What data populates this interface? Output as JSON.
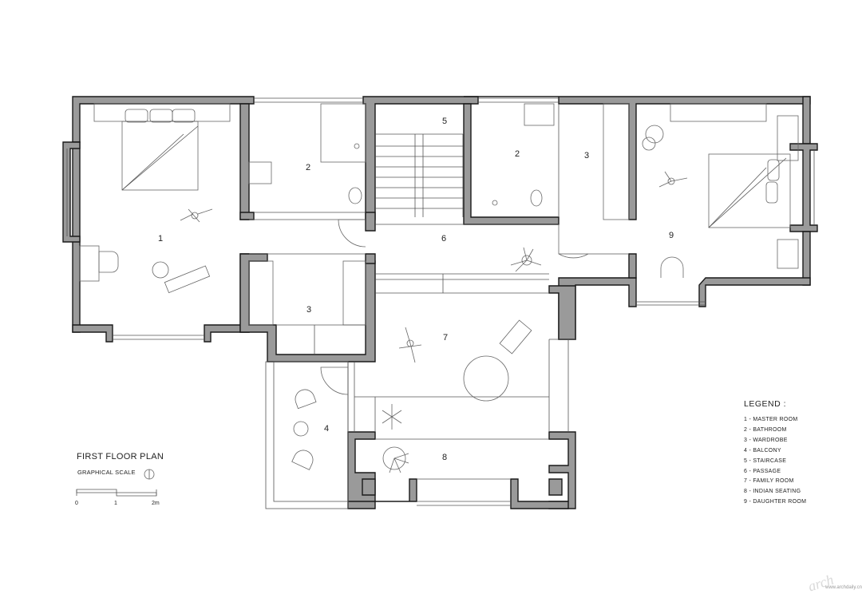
{
  "plan": {
    "title": "FIRST FLOOR PLAN",
    "scale_title": "GRAPHICAL SCALE",
    "scale_ticks": [
      "0",
      "1",
      "2m"
    ]
  },
  "rooms": [
    {
      "num": "1",
      "name": "MASTER ROOM"
    },
    {
      "num": "2",
      "name": "BATHROOM"
    },
    {
      "num": "2",
      "name": "BATHROOM"
    },
    {
      "num": "3",
      "name": "WARDROBE"
    },
    {
      "num": "3",
      "name": "WARDROBE"
    },
    {
      "num": "4",
      "name": "BALCONY"
    },
    {
      "num": "5",
      "name": "STAIRCASE"
    },
    {
      "num": "6",
      "name": "PASSAGE"
    },
    {
      "num": "7",
      "name": "FAMILY ROOM"
    },
    {
      "num": "8",
      "name": "INDIAN SEATING"
    },
    {
      "num": "9",
      "name": "DAUGHTER ROOM"
    }
  ],
  "legend": {
    "heading": "LEGEND :",
    "items": [
      "1  -  MASTER ROOM",
      "2  -  BATHROOM",
      "3  -  WARDROBE",
      "4  -  BALCONY",
      "5  -  STAIRCASE",
      "6  -  PASSAGE",
      "7  -  FAMILY ROOM",
      "8  -  INDIAN SEATING",
      "9  -  DAUGHTER ROOM"
    ]
  },
  "watermark": {
    "text": "www.archdaily.cn"
  },
  "colors": {
    "wall_fill": "#9a9a9a",
    "wall_outline": "#1a1a1a",
    "line": "#555555"
  }
}
